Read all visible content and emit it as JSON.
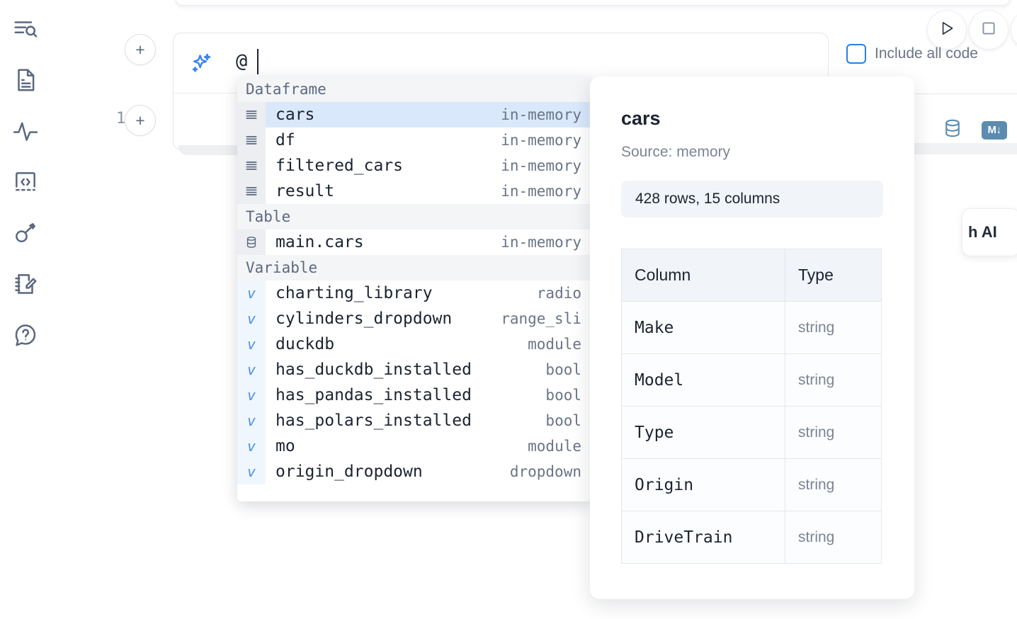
{
  "sidebar": {
    "items": [
      {
        "name": "outline-search-icon",
        "label": "Outline / Search"
      },
      {
        "name": "document-icon",
        "label": "Notebook file"
      },
      {
        "name": "activity-icon",
        "label": "Activity"
      },
      {
        "name": "code-brackets-icon",
        "label": "Snippets"
      },
      {
        "name": "key-icon",
        "label": "Secrets"
      },
      {
        "name": "notebook-pencil-icon",
        "label": "Scratchpad"
      },
      {
        "name": "help-chat-icon",
        "label": "Help"
      }
    ]
  },
  "toolbar": {
    "run_label": "Run",
    "stop_label": "Stop",
    "include_all_code_label": "Include all code",
    "include_all_code_checked": false,
    "database_icon": "database-icon",
    "markdown_badge": "M↓"
  },
  "cell": {
    "add_button_label": "+",
    "line_number": "1",
    "prompt_value": "@",
    "sparkle_icon": "ai-sparkle-icon"
  },
  "ai_card": {
    "label": "h AI"
  },
  "autocomplete": {
    "groups": [
      {
        "label": "Dataframe",
        "icon": "dataframe-icon",
        "items": [
          {
            "name": "cars",
            "type": "in-memory",
            "selected": true
          },
          {
            "name": "df",
            "type": "in-memory",
            "selected": false
          },
          {
            "name": "filtered_cars",
            "type": "in-memory",
            "selected": false
          },
          {
            "name": "result",
            "type": "in-memory",
            "selected": false
          }
        ]
      },
      {
        "label": "Table",
        "icon": "table-db-icon",
        "items": [
          {
            "name": "main.cars",
            "type": "in-memory",
            "selected": false
          }
        ]
      },
      {
        "label": "Variable",
        "icon": "variable-icon",
        "items": [
          {
            "name": "charting_library",
            "type": "radio",
            "selected": false
          },
          {
            "name": "cylinders_dropdown",
            "type": "range_sli",
            "selected": false
          },
          {
            "name": "duckdb",
            "type": "module",
            "selected": false
          },
          {
            "name": "has_duckdb_installed",
            "type": "bool",
            "selected": false
          },
          {
            "name": "has_pandas_installed",
            "type": "bool",
            "selected": false
          },
          {
            "name": "has_polars_installed",
            "type": "bool",
            "selected": false
          },
          {
            "name": "mo",
            "type": "module",
            "selected": false
          },
          {
            "name": "origin_dropdown",
            "type": "dropdown",
            "selected": false
          }
        ]
      }
    ]
  },
  "preview": {
    "title": "cars",
    "source": "Source: memory",
    "shape": "428 rows, 15 columns",
    "columns_header": "Column",
    "type_header": "Type",
    "rows": [
      {
        "column": "Make",
        "type": "string"
      },
      {
        "column": "Model",
        "type": "string"
      },
      {
        "column": "Type",
        "type": "string"
      },
      {
        "column": "Origin",
        "type": "string"
      },
      {
        "column": "DriveTrain",
        "type": "string"
      }
    ]
  },
  "colors": {
    "accent_blue": "#2b7fe0",
    "selected_row": "#d9e8fb",
    "icon_gray": "#5c6880",
    "md_badge": "#5b8cb0"
  }
}
